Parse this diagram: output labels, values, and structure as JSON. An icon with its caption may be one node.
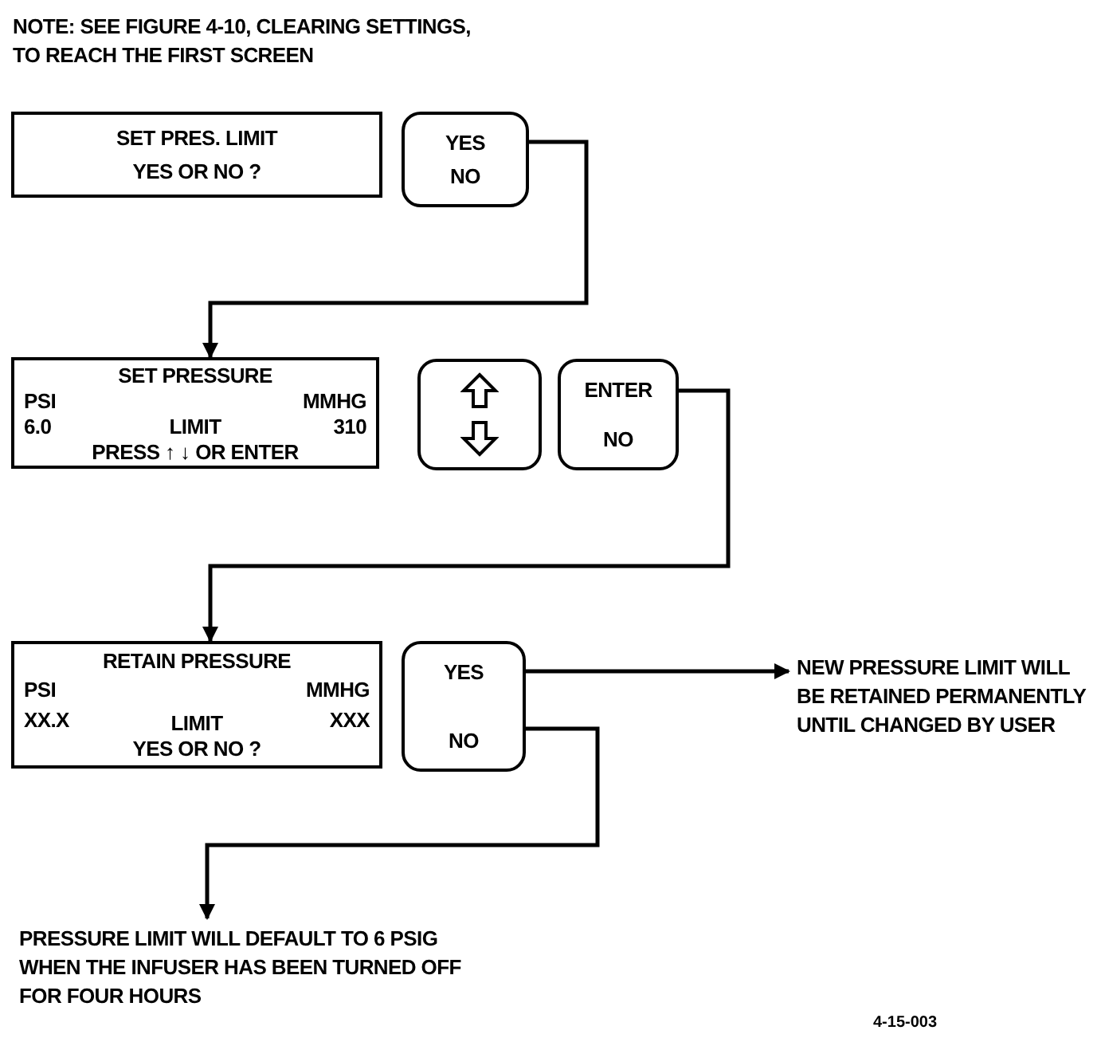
{
  "diagram": {
    "nodes": [
      {
        "text": [
          "SET PRES. LIMIT",
          "YES OR NO ?"
        ]
      },
      {
        "text": [
          "YES",
          "NO"
        ]
      },
      {
        "text": [
          "SET PRESSURE",
          "PSI",
          "MMHG",
          "6.0",
          "LIMIT",
          "310",
          "PRESS ↑ ↓ OR ENTER"
        ]
      },
      {
        "text": [],
        "shape": "box"
      },
      {
        "text": [
          "ENTER",
          "NO"
        ]
      },
      {
        "text": [
          "RETAIN PRESSURE",
          "PSI",
          "MMHG",
          "XX.X",
          "LIMIT",
          "XXX",
          "YES OR NO ?"
        ]
      },
      {
        "text": [
          "YES",
          "NO"
        ]
      },
      {
        "text": [
          "NEW PRESSURE LIMIT WILL BE RETAINED PERMANENTLY UNTIL CHANGED BY USER"
        ]
      },
      {
        "text": [
          "PRESSURE LIMIT WILL DEFAULT TO 6 PSIG WHEN THE INFUSER HAS BEEN TURNED OFF FOR FOUR HOURS"
        ]
      }
    ],
    "edges": [
      {
        "from": 1,
        "to": 2,
        "arrow": "to"
      },
      {
        "from": 4,
        "to": 5,
        "arrow": "to"
      },
      {
        "from": 6,
        "to": 7,
        "arrow": "to"
      },
      {
        "from": 6,
        "to": 8,
        "arrow": "to"
      }
    ],
    "labels": [
      "NOTE: SEE FIGURE 4-10, CLEARING SETTINGS, TO REACH THE FIRST SCREEN",
      "4-15-003"
    ]
  }
}
